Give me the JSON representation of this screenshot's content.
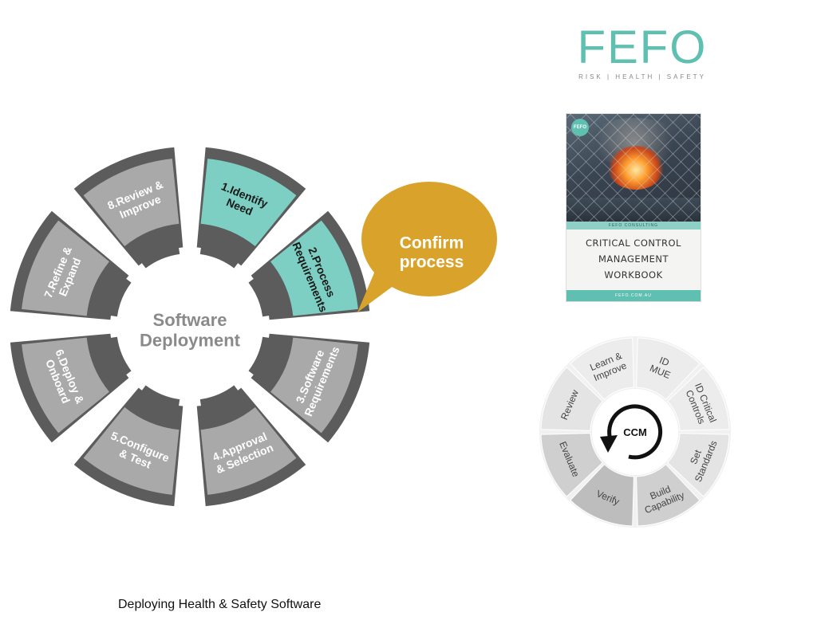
{
  "main_wheel": {
    "center_label": [
      "Software",
      "Deployment"
    ],
    "segments": [
      {
        "id": 1,
        "lines": [
          "1.Identify",
          "Need"
        ],
        "highlight": true
      },
      {
        "id": 2,
        "lines": [
          "2.Process",
          "Requirements"
        ],
        "highlight": true
      },
      {
        "id": 3,
        "lines": [
          "3.Software",
          "Requirements"
        ],
        "highlight": false
      },
      {
        "id": 4,
        "lines": [
          "4.Approval",
          "& Selection"
        ],
        "highlight": false
      },
      {
        "id": 5,
        "lines": [
          "5.Configure",
          "& Test"
        ],
        "highlight": false
      },
      {
        "id": 6,
        "lines": [
          "6.Deploy &",
          "Onboard"
        ],
        "highlight": false
      },
      {
        "id": 7,
        "lines": [
          "7.Refine &",
          "Expand"
        ],
        "highlight": false
      },
      {
        "id": 8,
        "lines": [
          "8.Review &",
          "Improve"
        ],
        "highlight": false
      }
    ],
    "colors": {
      "highlight": "#7ccfc2",
      "light": "#a9a9a9",
      "dark": "#5c5c5c"
    }
  },
  "callout": {
    "lines": [
      "Confirm",
      "process"
    ],
    "color": "#d9a32b"
  },
  "logo": {
    "word": "FEFO",
    "tagline": "RISK | HEALTH | SAFETY",
    "color": "#5fbfb0"
  },
  "book": {
    "badge": "FEFO",
    "band": "FEFO CONSULTING",
    "title_lines": [
      "CRITICAL CONTROL",
      "MANAGEMENT",
      "WORKBOOK"
    ],
    "footer": "FEFO.COM.AU"
  },
  "ccm_wheel": {
    "center_label": "CCM",
    "segments": [
      {
        "lines": [
          "ID",
          "MUE"
        ]
      },
      {
        "lines": [
          "ID Critical",
          "Controls"
        ]
      },
      {
        "lines": [
          "Set",
          "Standards"
        ]
      },
      {
        "lines": [
          "Build",
          "Capability"
        ]
      },
      {
        "lines": [
          "Verify"
        ]
      },
      {
        "lines": [
          "Evaluate"
        ]
      },
      {
        "lines": [
          "Review"
        ]
      },
      {
        "lines": [
          "Learn &",
          "Improve"
        ]
      }
    ]
  },
  "caption": "Deploying Health & Safety Software"
}
